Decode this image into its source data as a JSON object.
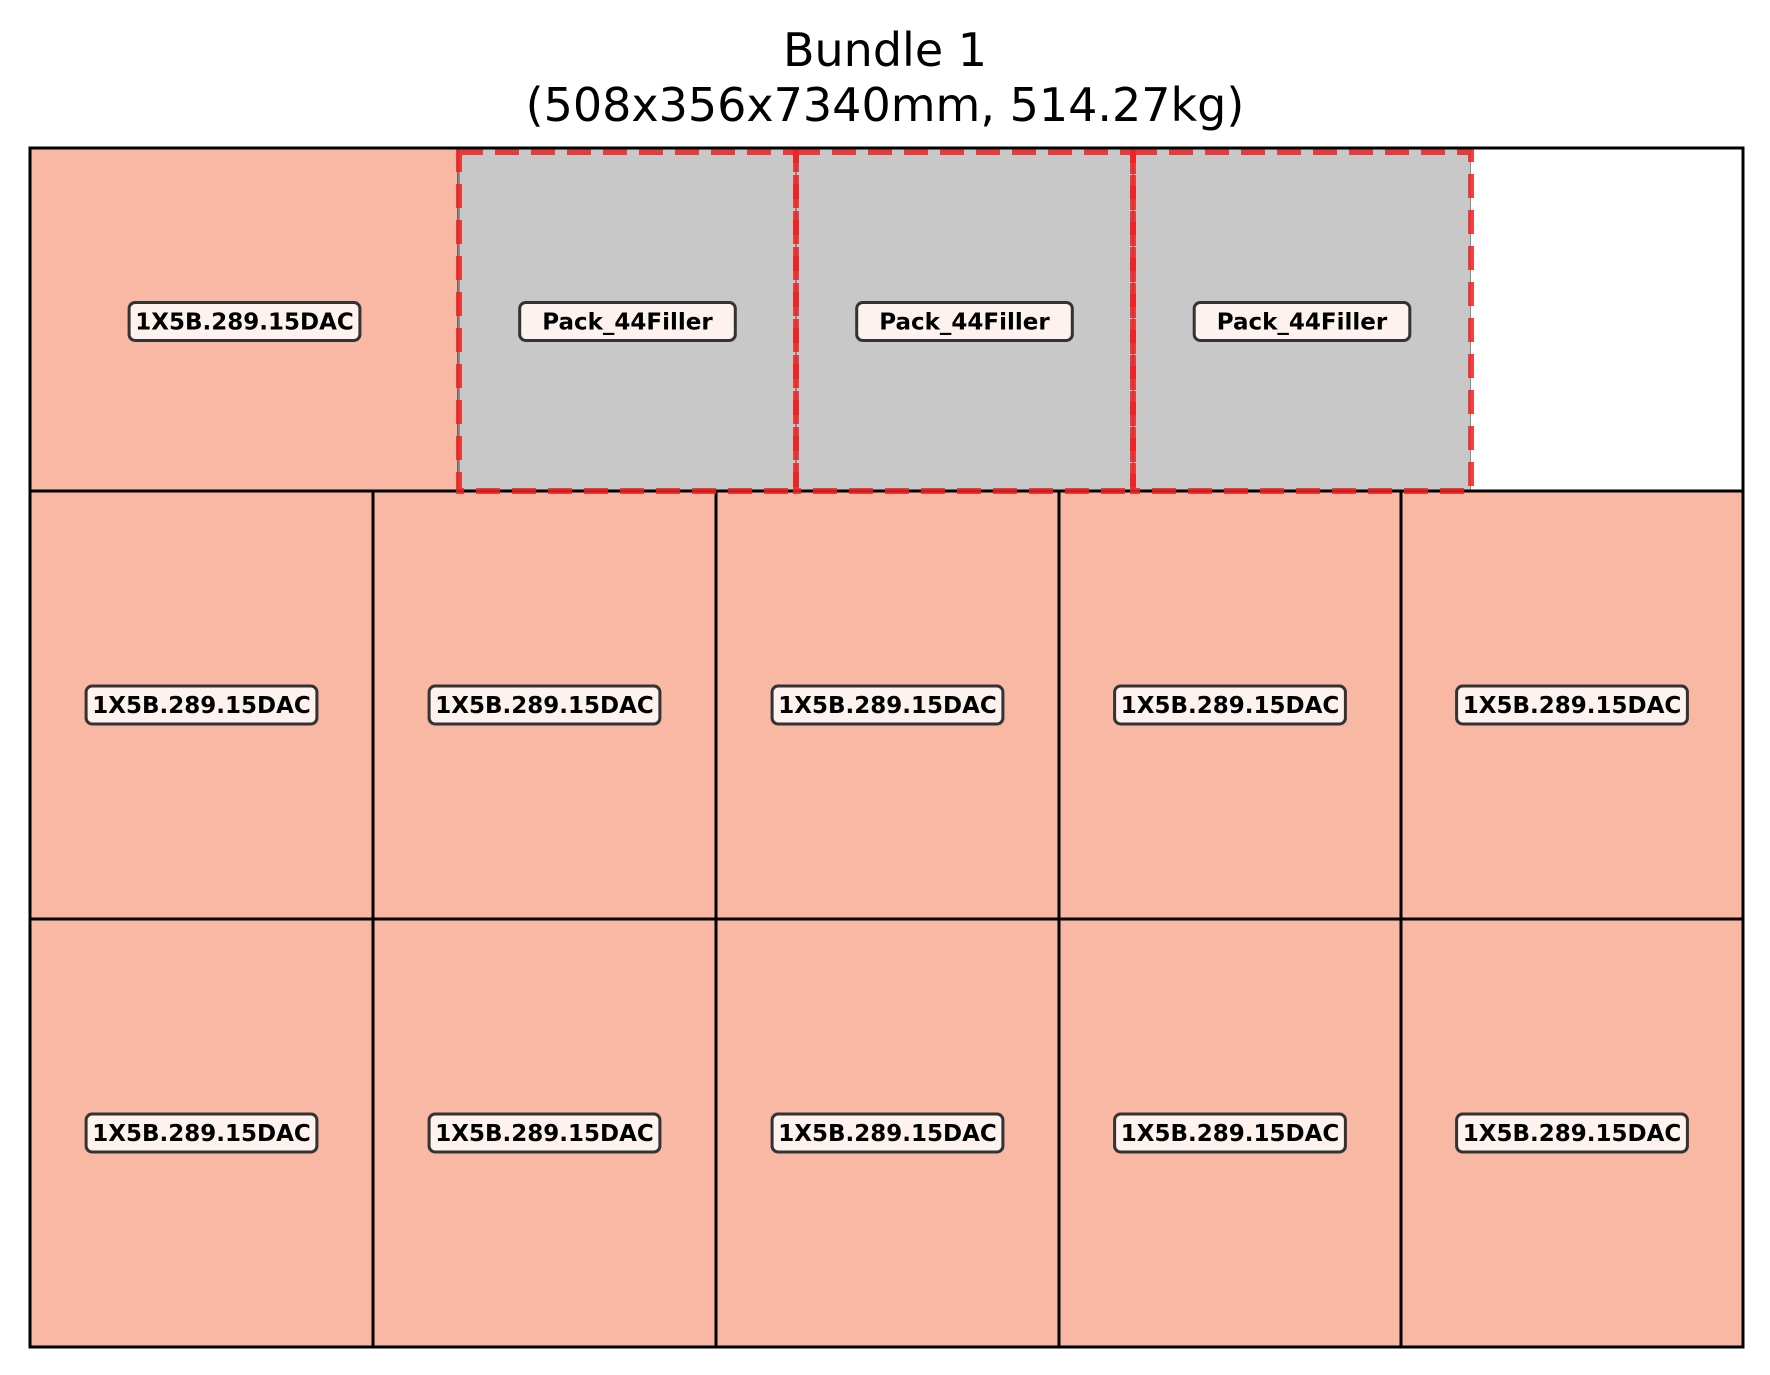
{
  "title": {
    "line1": "Bundle 1",
    "line2": "(508x356x7340mm, 514.27kg)"
  },
  "colors": {
    "item_fill": "#f8b8a3",
    "filler_fill": "#c8c8c8",
    "filler_border": "#ee2222",
    "outline": "#000000",
    "label_bg": "#fdf2ee"
  },
  "diagram": {
    "rows": [
      {
        "cells": [
          {
            "kind": "item",
            "label": "1X5B.289.15DAC"
          },
          {
            "kind": "filler",
            "label": "Pack_44Filler"
          },
          {
            "kind": "filler",
            "label": "Pack_44Filler"
          },
          {
            "kind": "filler",
            "label": "Pack_44Filler"
          },
          {
            "kind": "empty",
            "label": ""
          }
        ]
      },
      {
        "cells": [
          {
            "kind": "item",
            "label": "1X5B.289.15DAC"
          },
          {
            "kind": "item",
            "label": "1X5B.289.15DAC"
          },
          {
            "kind": "item",
            "label": "1X5B.289.15DAC"
          },
          {
            "kind": "item",
            "label": "1X5B.289.15DAC"
          },
          {
            "kind": "item",
            "label": "1X5B.289.15DAC"
          }
        ]
      },
      {
        "cells": [
          {
            "kind": "item",
            "label": "1X5B.289.15DAC"
          },
          {
            "kind": "item",
            "label": "1X5B.289.15DAC"
          },
          {
            "kind": "item",
            "label": "1X5B.289.15DAC"
          },
          {
            "kind": "item",
            "label": "1X5B.289.15DAC"
          },
          {
            "kind": "item",
            "label": "1X5B.289.15DAC"
          }
        ]
      }
    ]
  }
}
